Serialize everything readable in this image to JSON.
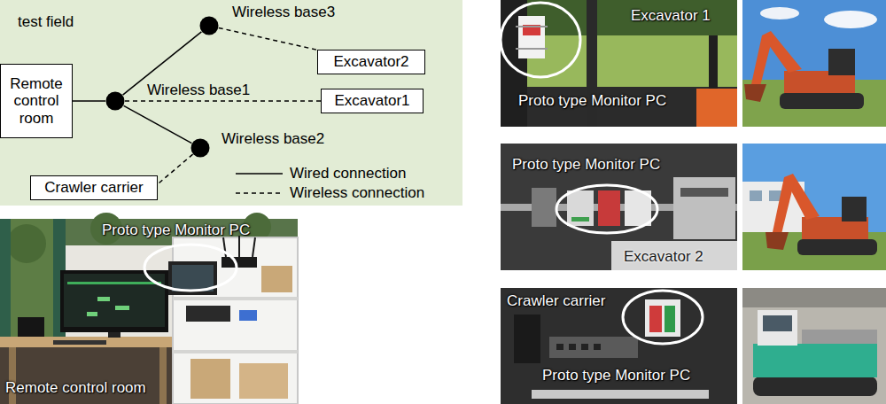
{
  "diagram": {
    "nodes": [
      {
        "text": [
          "test field"
        ]
      },
      {
        "text": [
          "Wireless base3"
        ],
        "in": 0
      },
      {
        "text": [
          "Remote control room"
        ],
        "in": 0
      },
      {
        "text": [
          "Wireless base1"
        ],
        "in": 0
      },
      {
        "text": [
          "Excavator2"
        ],
        "in": 0
      },
      {
        "text": [
          "Excavator1"
        ],
        "in": 0
      },
      {
        "text": [
          "Wireless base2"
        ],
        "in": 0
      },
      {
        "text": [
          "Crawler carrier"
        ],
        "in": 0
      }
    ],
    "edges": [
      {
        "from": 2,
        "to": 3,
        "arrow": "none"
      },
      {
        "from": 3,
        "to": 1,
        "arrow": "none"
      },
      {
        "from": 3,
        "to": 6,
        "arrow": "none"
      },
      {
        "from": 1,
        "to": 4,
        "arrow": "none"
      },
      {
        "from": 3,
        "to": 5,
        "arrow": "none"
      },
      {
        "from": 6,
        "to": 7,
        "arrow": "none"
      }
    ],
    "labels": [
      "Proto type Monitor PC",
      "Remote control room",
      "Excavator 1",
      "Proto type Monitor PC",
      "Proto type Monitor PC",
      "Excavator 2",
      "Crawler carrier",
      "Proto type Monitor PC"
    ],
    "legend": [
      {
        "text": "Wired connection"
      },
      {
        "text": "Wireless connection"
      }
    ]
  }
}
